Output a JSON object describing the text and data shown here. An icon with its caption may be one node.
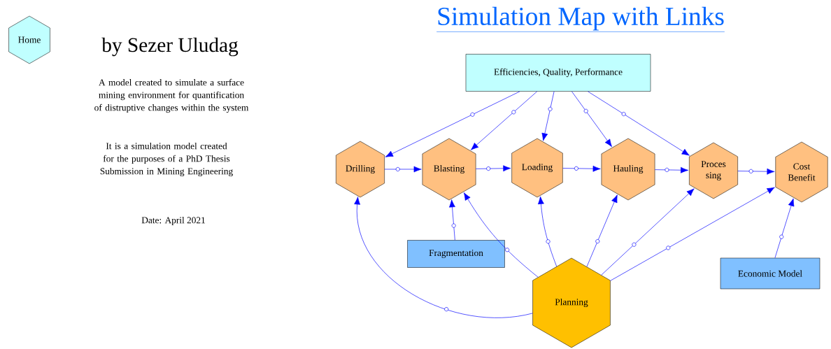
{
  "diagram": {
    "title": "Simulation Map with Links",
    "nodes": [
      {
        "text": [
          "Home"
        ]
      },
      {
        "text": [
          "Efficiencies, Quality, Performance"
        ]
      },
      {
        "text": [
          "Drilling"
        ]
      },
      {
        "text": [
          "Blasting"
        ]
      },
      {
        "text": [
          "Loading"
        ]
      },
      {
        "text": [
          "Hauling"
        ]
      },
      {
        "text": [
          "Proces sing"
        ]
      },
      {
        "text": [
          "Cost Benefit"
        ]
      },
      {
        "text": [
          "Fragmentation"
        ]
      },
      {
        "text": [
          "Planning"
        ]
      },
      {
        "text": [
          "Economic Model"
        ]
      }
    ],
    "edges": [
      {
        "from": 1,
        "to": 2,
        "arrow": "to"
      },
      {
        "from": 1,
        "to": 3,
        "arrow": "to"
      },
      {
        "from": 1,
        "to": 4,
        "arrow": "to"
      },
      {
        "from": 1,
        "to": 5,
        "arrow": "to"
      },
      {
        "from": 1,
        "to": 6,
        "arrow": "to"
      },
      {
        "from": 2,
        "to": 3,
        "arrow": "to"
      },
      {
        "from": 3,
        "to": 4,
        "arrow": "to"
      },
      {
        "from": 4,
        "to": 5,
        "arrow": "to"
      },
      {
        "from": 5,
        "to": 6,
        "arrow": "to"
      },
      {
        "from": 6,
        "to": 7,
        "arrow": "to"
      },
      {
        "from": 8,
        "to": 3,
        "arrow": "to"
      },
      {
        "from": 10,
        "to": 7,
        "arrow": "to"
      },
      {
        "from": 9,
        "to": 2,
        "arrow": "to"
      },
      {
        "from": 9,
        "to": 3,
        "arrow": "to"
      },
      {
        "from": 9,
        "to": 4,
        "arrow": "to"
      },
      {
        "from": 9,
        "to": 5,
        "arrow": "to"
      },
      {
        "from": 9,
        "to": 6,
        "arrow": "to"
      },
      {
        "from": 9,
        "to": 7,
        "arrow": "to"
      }
    ],
    "labels": [
      "by Sezer Uludag",
      "A model created to simulate a surface mining environment for quantification of distruptive changes within the system",
      "It is a simulation model created for the purposes of a PhD Thesis Submission  in Mining Engineering",
      "Date: April 2021"
    ]
  }
}
